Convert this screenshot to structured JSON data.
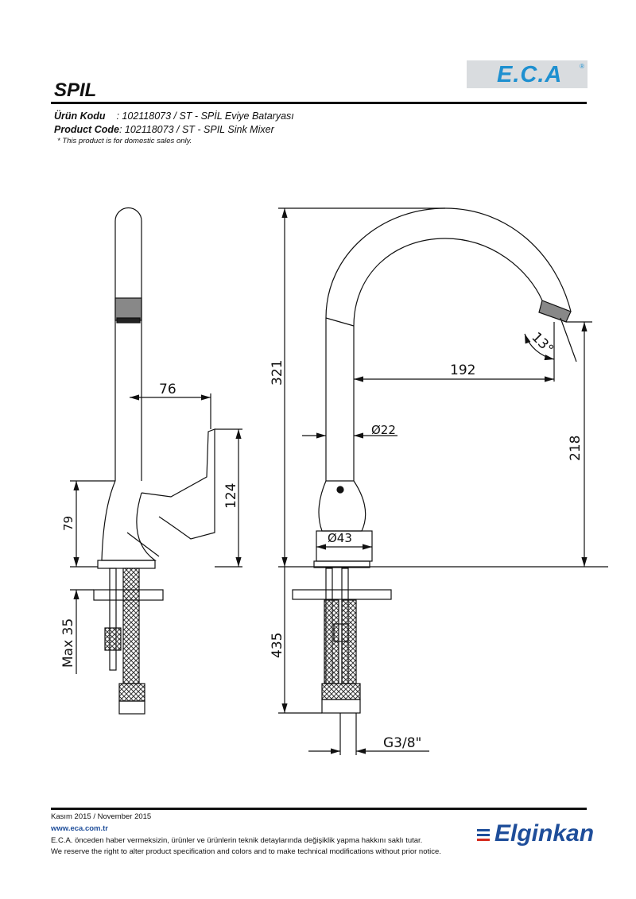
{
  "header": {
    "title": "SPIL",
    "logo_text": "E.C.A",
    "logo_mark": "®",
    "urun_kodu_label": "Ürün Kodu",
    "urun_kodu_value": ": 102118073 / ST - SPİL Eviye Bataryası",
    "product_code_label": "Product Code",
    "product_code_value": ": 102118073 / ST - SPIL Sink Mixer",
    "note": "* This product is for domestic sales only."
  },
  "drawing": {
    "dims": {
      "d76": "76",
      "d124": "124",
      "d79": "79",
      "dmax35": "Max 35",
      "d321": "321",
      "d192": "192",
      "d13": "13°",
      "d22": "Ø22",
      "d218": "218",
      "d43": "Ø43",
      "d435": "435",
      "dg38": "G3/8\""
    }
  },
  "footer": {
    "date": "Kasım 2015 / November 2015",
    "url": "www.eca.com.tr",
    "disclaimer_tr": "E.C.A. önceden haber vermeksizin, ürünler ve ürünlerin teknik detaylarında değişiklik yapma hakkını saklı tutar.",
    "disclaimer_en": "We reserve the right to alter product specification and colors and to make technical modifications without prior notice.",
    "brand": "Elginkan"
  }
}
